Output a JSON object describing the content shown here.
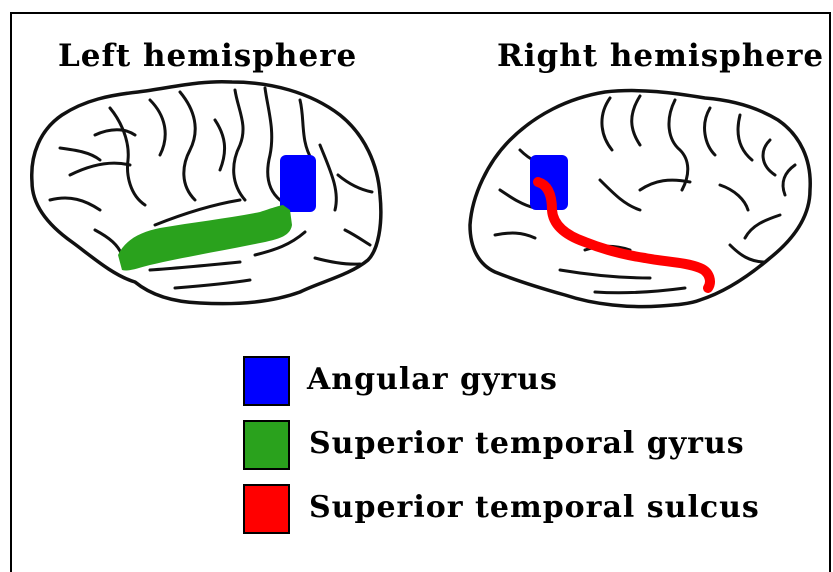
{
  "hemispheres": {
    "left_title": "Left hemisphere",
    "right_title": "Right hemisphere"
  },
  "legend": [
    {
      "label": "Angular gyrus",
      "color": "#0000ff"
    },
    {
      "label": "Superior temporal gyrus",
      "color": "#2aa21d"
    },
    {
      "label": "Superior temporal sulcus",
      "color": "#ff0000"
    }
  ],
  "colors": {
    "outline": "#111111",
    "background": "#ffffff"
  }
}
